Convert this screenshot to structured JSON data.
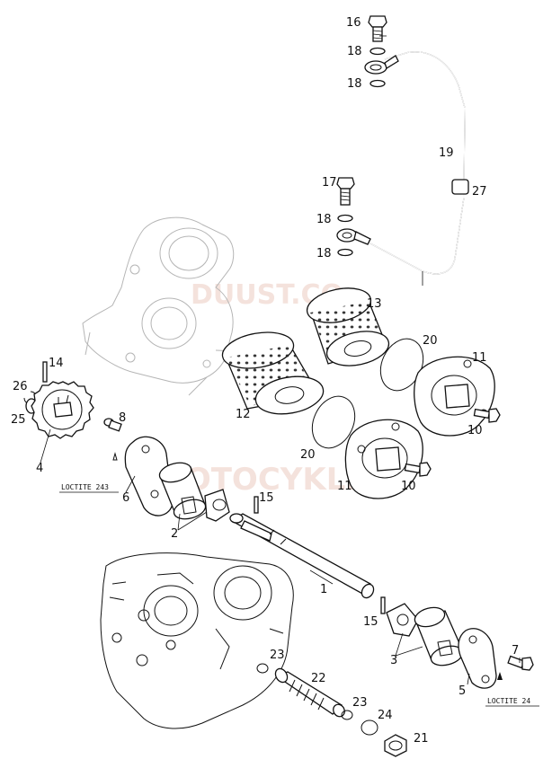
{
  "watermark": {
    "top": "DUUST.CO",
    "bottom": "MOTOCYKL.PL",
    "color": "#d99a85"
  },
  "loctite_notes": [
    "LOCTITE 243",
    "LOCTITE 24"
  ],
  "callouts": [
    {
      "id": "c1",
      "label": "1"
    },
    {
      "id": "c2",
      "label": "2"
    },
    {
      "id": "c3",
      "label": "3"
    },
    {
      "id": "c4",
      "label": "4"
    },
    {
      "id": "c5",
      "label": "5"
    },
    {
      "id": "c6",
      "label": "6"
    },
    {
      "id": "c7",
      "label": "7"
    },
    {
      "id": "c8",
      "label": "8"
    },
    {
      "id": "c10a",
      "label": "10"
    },
    {
      "id": "c10b",
      "label": "10"
    },
    {
      "id": "c11a",
      "label": "11"
    },
    {
      "id": "c11b",
      "label": "11"
    },
    {
      "id": "c12",
      "label": "12"
    },
    {
      "id": "c13",
      "label": "13"
    },
    {
      "id": "c14",
      "label": "14"
    },
    {
      "id": "c15a",
      "label": "15"
    },
    {
      "id": "c15b",
      "label": "15"
    },
    {
      "id": "c16",
      "label": "16"
    },
    {
      "id": "c17",
      "label": "17"
    },
    {
      "id": "c18a",
      "label": "18"
    },
    {
      "id": "c18b",
      "label": "18"
    },
    {
      "id": "c18c",
      "label": "18"
    },
    {
      "id": "c18d",
      "label": "18"
    },
    {
      "id": "c19",
      "label": "19"
    },
    {
      "id": "c20a",
      "label": "20"
    },
    {
      "id": "c20b",
      "label": "20"
    },
    {
      "id": "c21",
      "label": "21"
    },
    {
      "id": "c22",
      "label": "22"
    },
    {
      "id": "c23a",
      "label": "23"
    },
    {
      "id": "c23b",
      "label": "23"
    },
    {
      "id": "c24",
      "label": "24"
    },
    {
      "id": "c25",
      "label": "25"
    },
    {
      "id": "c26",
      "label": "26"
    },
    {
      "id": "c27",
      "label": "27"
    }
  ]
}
